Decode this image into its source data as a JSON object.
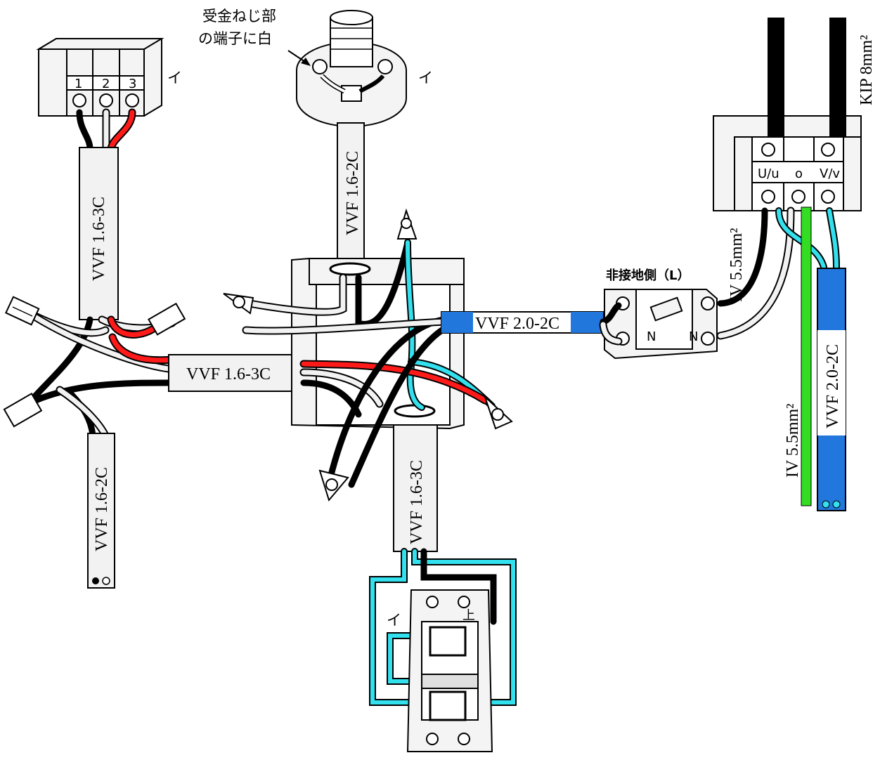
{
  "labels": {
    "cable_outlet_3c": "VVF 1.6-3C",
    "cable_lamp": "VVF 1.6-2C",
    "cable_left_branch": "VVF 1.6-3C",
    "cable_left_bottom": "VVF 1.6-2C",
    "cable_switch": "VVF 1.6-3C",
    "cable_breaker": "VVF 2.0-2C",
    "cable_iv_top": "IV 5.5mm²",
    "cable_iv_green": "IV 5.5mm²",
    "cable_right_blue": "VVF 2.0-2C",
    "cable_kip": "KIP 8mm²",
    "lamp_note_line1": "受金ねじ部",
    "lamp_note_line2": "の端子に白",
    "breaker_side": "非接地側（L）",
    "mark_i_outlet": "イ",
    "mark_i_lamp": "イ",
    "mark_i_switch": "イ",
    "switch_top_mark": "上",
    "breaker_n_left": "N",
    "breaker_n_right": "N",
    "terminal_1": "1",
    "terminal_2": "2",
    "terminal_3": "3",
    "transformer_u": "U/u",
    "transformer_o": "o",
    "transformer_v": "V/v"
  },
  "colors": {
    "black_wire": "#000000",
    "white_wire": "#f2f2f2",
    "red_wire": "#ff1a1a",
    "cyan_wire": "#33e0ee",
    "green_wire": "#33dd22",
    "blue_sheath": "#2277dd"
  }
}
